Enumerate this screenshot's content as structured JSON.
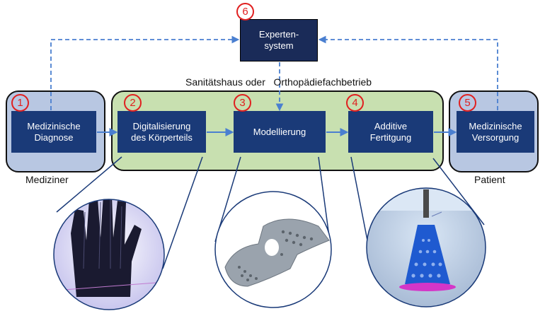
{
  "steps": {
    "diagnose": "Medizinische\nDiagnose",
    "digital": "Digitalisierung\ndes Körperteils",
    "model": "Modellierung",
    "fertigung": "Additive\nFertitgung",
    "versorgung": "Medizinische\nVersorgung",
    "experten": "Experten-\nsystem"
  },
  "numbers": {
    "n1": "1",
    "n2": "2",
    "n3": "3",
    "n4": "4",
    "n5": "5",
    "n6": "6"
  },
  "labels": {
    "sanitaet": "Sanitätshaus oder   Orthopädiefachbetrieb",
    "mediziner": "Mediziner",
    "patient": "Patient"
  },
  "colors": {
    "step_box": "#1a3a78",
    "medical_region": "#b8c7e2",
    "workshop_region": "#c8e0b0",
    "arrow": "#4a7fd0",
    "number_marker": "#e02020"
  },
  "illustrations": [
    "hand-scan-image",
    "orthosis-model-image",
    "printed-orthosis-image"
  ]
}
